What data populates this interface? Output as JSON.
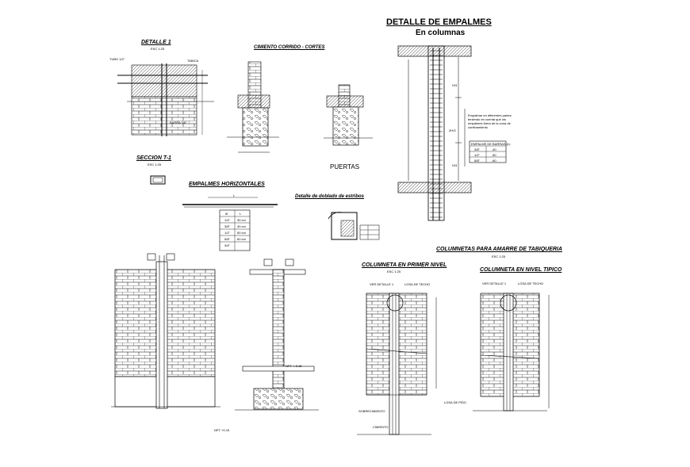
{
  "titles": {
    "empalmes_title": "DETALLE DE EMPALMES",
    "empalmes_sub": "En columnas",
    "detalle1": "DETALLE 1",
    "cimiento": "CIMIENTO CORRIDO - CORTES",
    "puertas": "PUERTAS",
    "seccion": "SECCION T-1",
    "empalmes_horiz": "EMPALMES HORIZONTALES",
    "doblado": "Detalle de doblado de estribos",
    "columnetas": "COLUMNETAS PARA AMARRE DE TABIQUERIA",
    "primer_nivel": "COLUMNETA EN PRIMER NIVEL",
    "nivel_tipico": "COLUMNETA EN NIVEL TIPICO"
  },
  "scales": {
    "s1": "ESC 1:25",
    "s2": "ESC 1:25",
    "s3": "ESC 1:25",
    "s4": "ESC 1:25"
  },
  "notes": {
    "ver_detalle_a": "VER DETALLE 1",
    "losa_techo_a": "LOSA DE TECHO",
    "ver_detalle_b": "VER DETALLE 1",
    "losa_techo_b": "LOSA DE TECHO",
    "losa_piso": "LOSA DE PISO",
    "sobrecimiento": "SOBRECIMIENTO",
    "cimiento": "CIMIENTO",
    "npt_a": "NPT +-0.15",
    "npt_b": "NPT +0.15",
    "empalmes_note": "Empalmar en diferentes partes teniendo en cuenta que los empalmes fuera de la zona de confinamiento",
    "barra": "BARRA 3/8\"",
    "tubo": "TUBO 1/2\"",
    "tab": "TABICA"
  },
  "table_horiz": {
    "headers": [
      "Ø",
      "L"
    ],
    "rows": [
      [
        "1/4\"",
        "30 cm"
      ],
      [
        "3/8\"",
        "40 cm"
      ],
      [
        "1/2\"",
        "50 cm"
      ],
      [
        "5/8\"",
        "60 cm"
      ],
      [
        "3/4\"",
        ""
      ]
    ]
  },
  "table_emp": {
    "header": "EMPALME DE BARRAS (L)",
    "rows": [
      [
        "3/8\"",
        ".40"
      ],
      [
        "1/2\"",
        ".50"
      ],
      [
        "5/8\"",
        ".60"
      ]
    ]
  },
  "dims": {
    "h3a": "H/3",
    "h3b": "H/3",
    "h2l": "2H/3",
    "dim_l": "L"
  }
}
